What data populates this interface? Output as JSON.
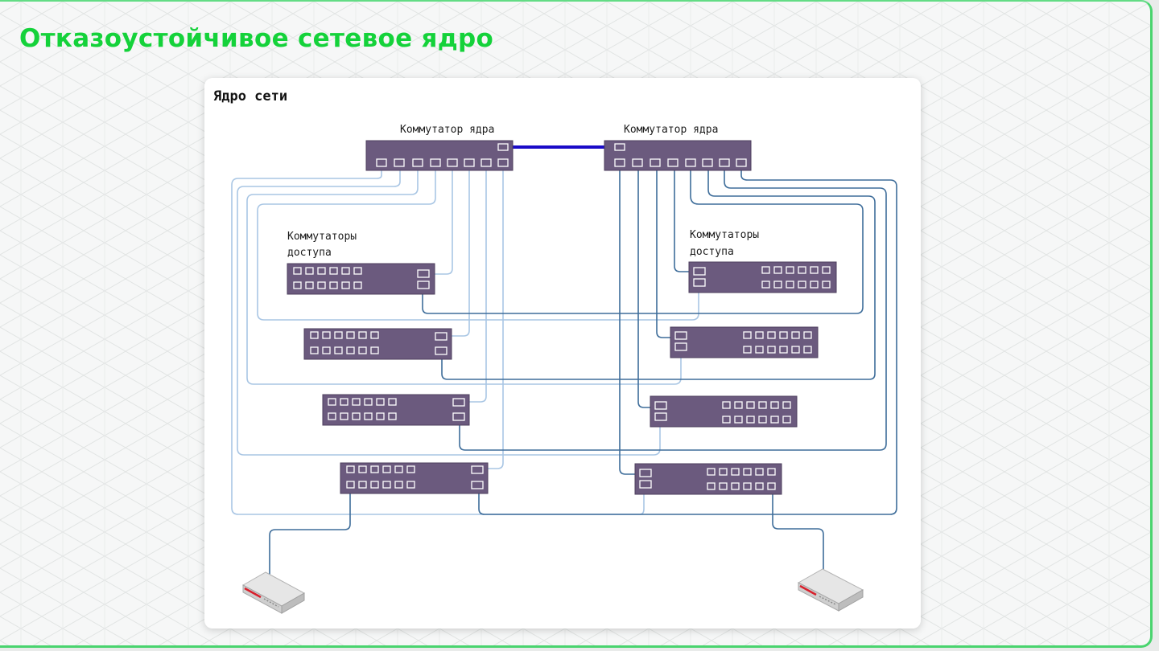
{
  "slide": {
    "title": "Отказоустойчивое сетевое ядро"
  },
  "diagram": {
    "panel_title": "Ядро сети",
    "core_left_label": "Коммутатор ядра",
    "core_right_label": "Коммутатор ядра",
    "access_left_label_line1": "Коммутаторы",
    "access_left_label_line2": "доступа",
    "access_right_label_line1": "Коммутаторы",
    "access_right_label_line2": "доступа"
  },
  "colors": {
    "title": "#14d23a",
    "switch_body": "#6b5a7e",
    "core_link": "#1a0bc8",
    "link_left_core": "#a9c6e4",
    "link_right_core": "#3e6d9a"
  }
}
